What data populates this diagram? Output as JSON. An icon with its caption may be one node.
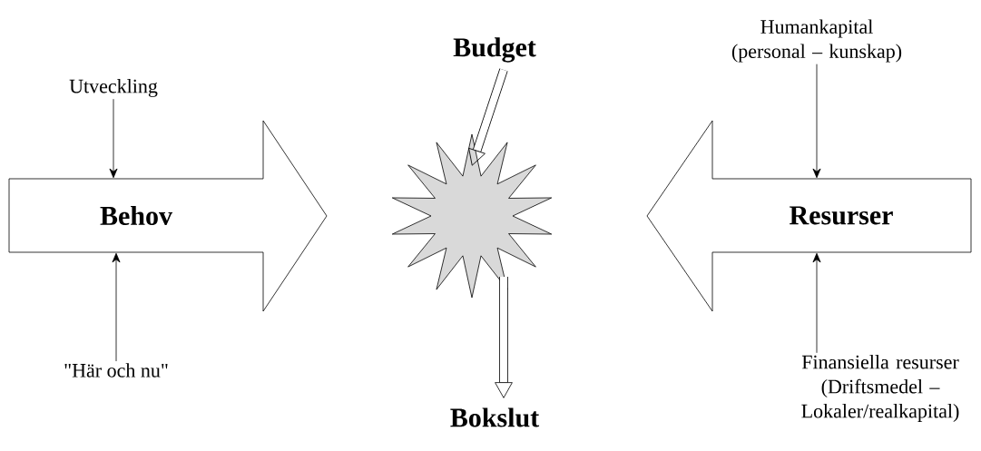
{
  "diagram": {
    "nodes": [
      {
        "text": [
          "Behov"
        ]
      },
      {
        "text": [
          "Resurser"
        ]
      },
      {
        "text": [],
        "shape": "star"
      },
      {
        "text": [
          "Budget"
        ]
      },
      {
        "text": [
          "Bokslut"
        ]
      },
      {
        "text": [
          "Utveckling"
        ]
      },
      {
        "text": [
          "\"Här och nu\""
        ]
      },
      {
        "text": [
          "Humankapital (personal – kunskap)"
        ]
      },
      {
        "text": [
          "Finansiella resurser (Driftsmedel – Lokaler/realkapital)"
        ]
      }
    ],
    "edges": [
      {
        "from": 5,
        "to": 0,
        "arrow": "to"
      },
      {
        "from": 6,
        "to": 0,
        "arrow": "to"
      },
      {
        "from": 3,
        "to": 2,
        "arrow": "to",
        "style": "thick"
      },
      {
        "from": 2,
        "to": 4,
        "arrow": "to",
        "style": "thick"
      },
      {
        "from": 7,
        "to": 1,
        "arrow": "to"
      },
      {
        "from": 8,
        "to": 1,
        "arrow": "to"
      }
    ]
  }
}
